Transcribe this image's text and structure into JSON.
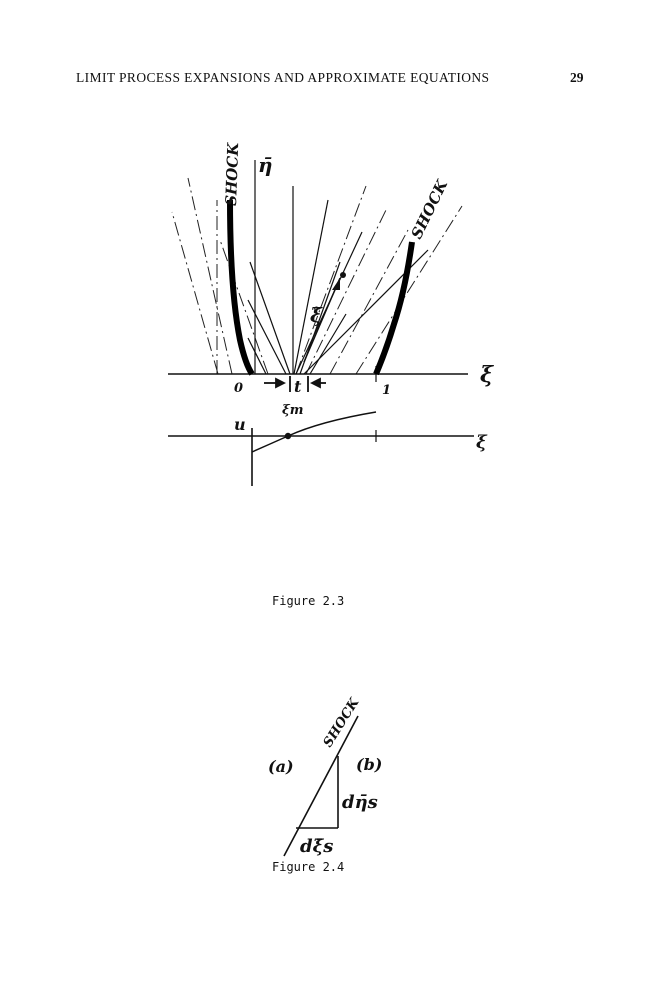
{
  "header": {
    "title": "LIMIT PROCESS EXPANSIONS AND APPROXIMATE EQUATIONS",
    "page_number": "29"
  },
  "figure_2_3": {
    "caption": "Figure 2.3",
    "labels": {
      "shock_left": "SHOCK",
      "shock_right": "SHOCK",
      "eta_bar": "η̄",
      "xi_axis": "ξ",
      "origin": "0",
      "one": "1",
      "t": "t",
      "xi_m": "ξm",
      "xi_tilde": "ξ̃",
      "u": "u",
      "xi_lower": "ξ"
    }
  },
  "figure_2_4": {
    "caption": "Figure 2.4",
    "labels": {
      "shock": "SHOCK",
      "a": "(a)",
      "b": "(b)",
      "d_eta": "dη̄s",
      "d_xi": "dξ̄s"
    }
  }
}
